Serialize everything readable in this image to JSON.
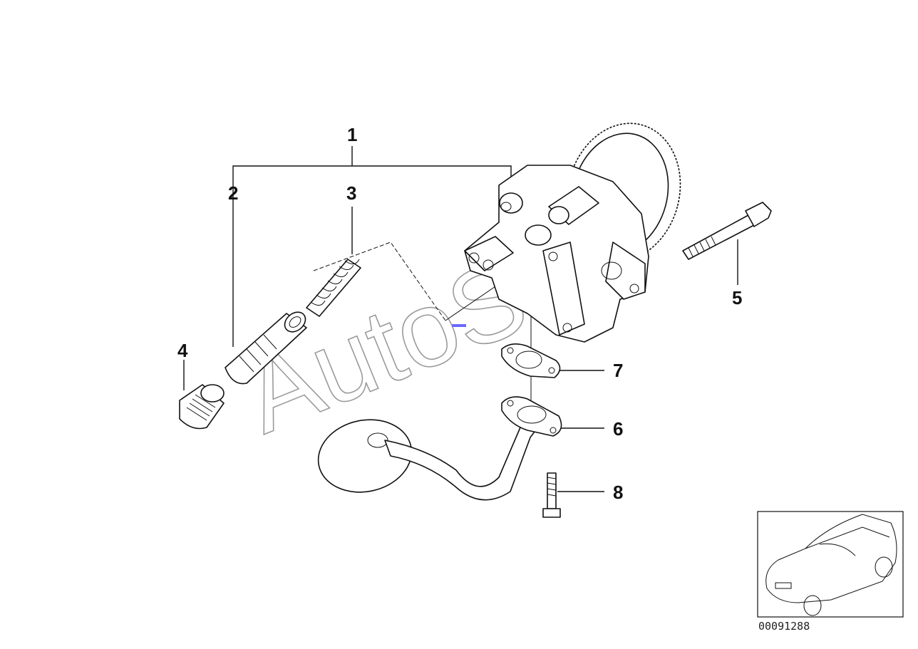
{
  "callouts": {
    "c1": "1",
    "c2": "2",
    "c3": "3",
    "c4": "4",
    "c5": "5",
    "c6": "6",
    "c7": "7",
    "c8": "8"
  },
  "part_number": "00091288",
  "watermark_text": "AutoSoft",
  "colors": {
    "line": "#111111",
    "watermark": "#9a9a9a",
    "marker": "#6a6aff"
  }
}
